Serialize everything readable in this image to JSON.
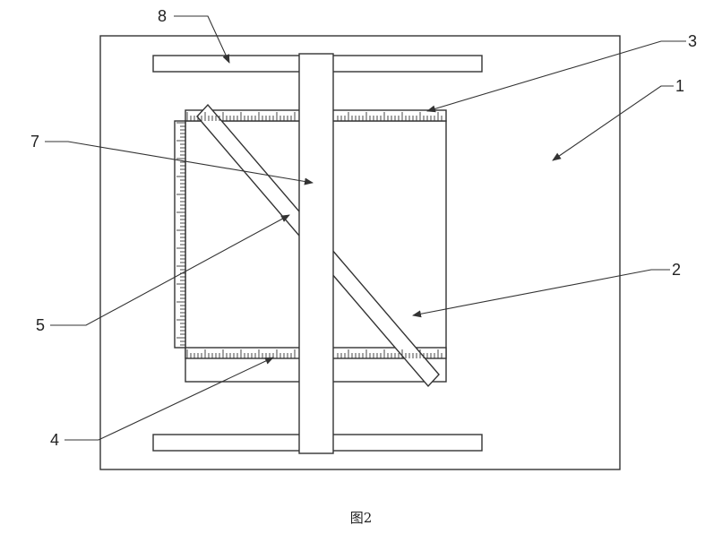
{
  "figure": {
    "caption": "图2",
    "stroke_color": "#333333",
    "callouts": [
      {
        "id": "1",
        "label": "1"
      },
      {
        "id": "2",
        "label": "2"
      },
      {
        "id": "3",
        "label": "3"
      },
      {
        "id": "4",
        "label": "4"
      },
      {
        "id": "5",
        "label": "5"
      },
      {
        "id": "7",
        "label": "7"
      },
      {
        "id": "8",
        "label": "8"
      }
    ]
  }
}
